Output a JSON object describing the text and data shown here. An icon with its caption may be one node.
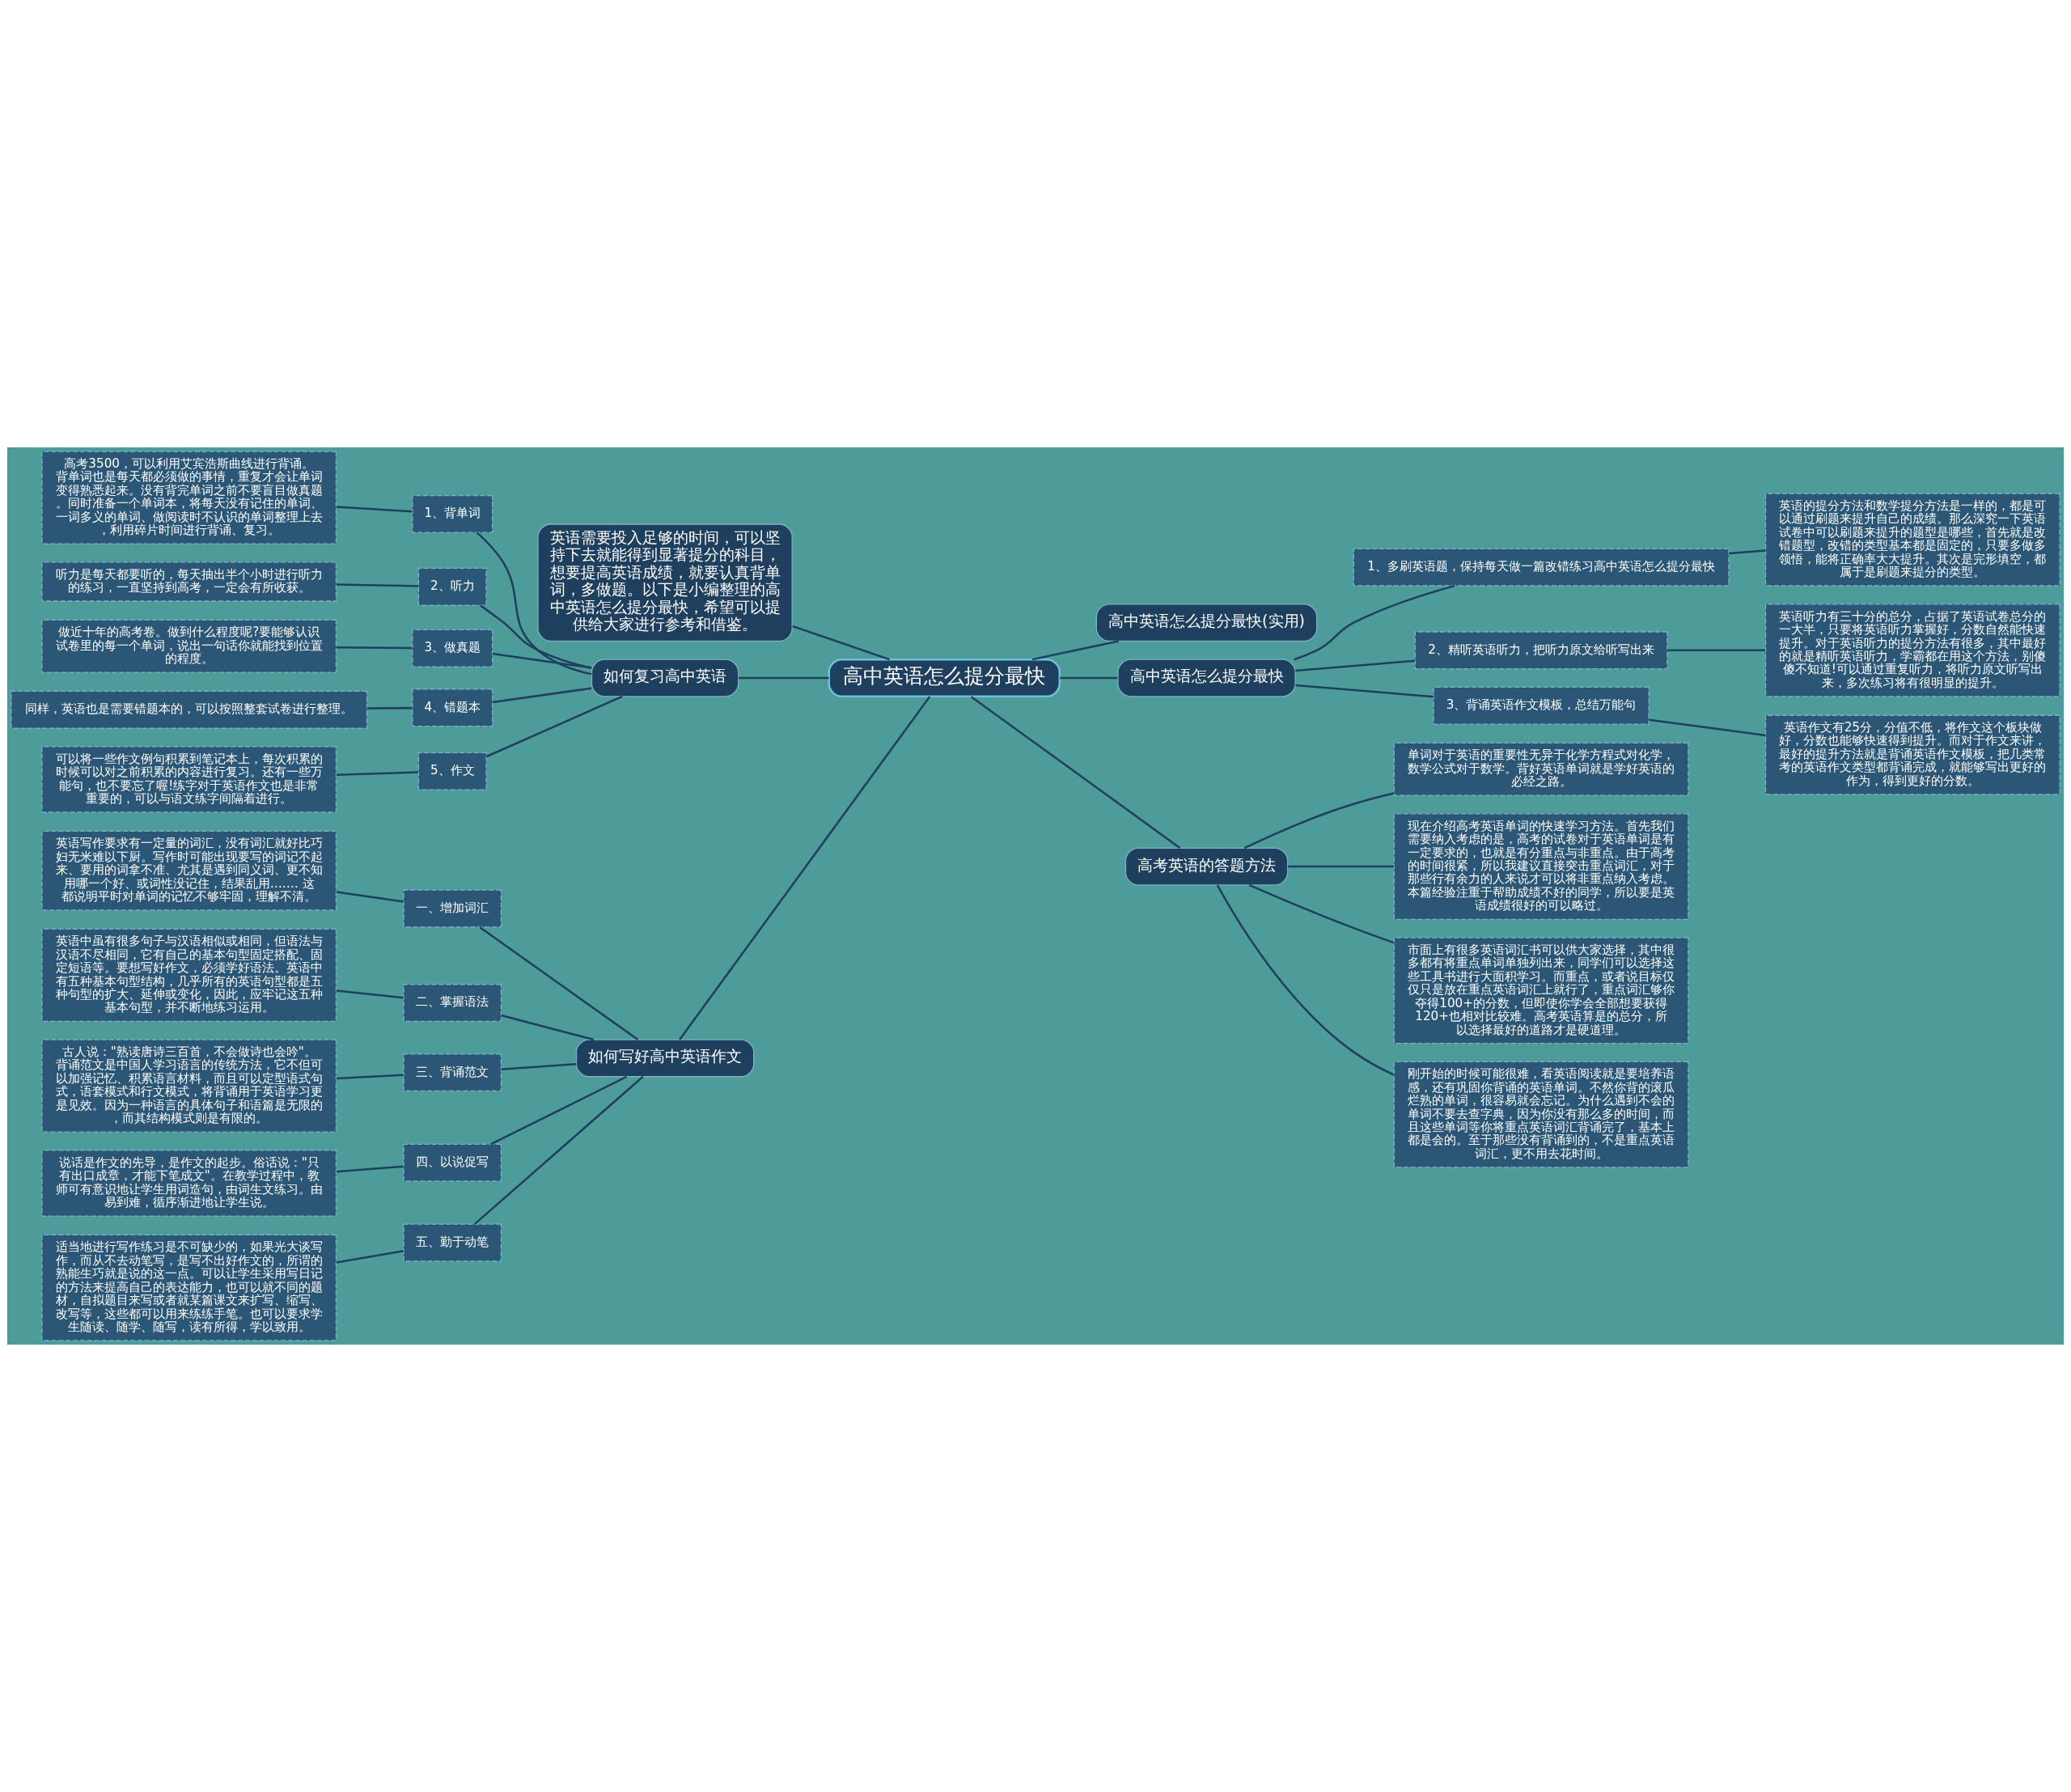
{
  "diagram": {
    "nodes": [
      {
        "text": [
          "高中英语怎么提分最快"
        ]
      },
      {
        "text": [
          "英语需要投入足够的时间，可以坚持下去就能得到显著提分的科目，想要提高英语成绩，就要认真背单词，多做题。以下是小编整理的高中英语怎么提分最快，希望可以提供给大家进行参考和借鉴。"
        ]
      },
      {
        "text": [
          "如何复习高中英语"
        ]
      },
      {
        "text": [
          "1、背单词"
        ]
      },
      {
        "text": [
          "高考3500，可以利用艾宾浩斯曲线进行背诵。背单词也是每天都必须做的事情，重复才会让单词变得熟悉起来。没有背完单词之前不要盲目做真题。同时准备一个单词本，将每天没有记住的单词、一词多义的单词、做阅读时不认识的单词整理上去，利用碎片时间进行背诵、复习。"
        ]
      },
      {
        "text": [
          "2、听力"
        ]
      },
      {
        "text": [
          "听力是每天都要听的，每天抽出半个小时进行听力的练习，一直坚持到高考，一定会有所收获。"
        ]
      },
      {
        "text": [
          "3、做真题"
        ]
      },
      {
        "text": [
          "做近十年的高考卷。做到什么程度呢?要能够认识试卷里的每一个单词，说出一句话你就能找到位置的程度。"
        ]
      },
      {
        "text": [
          "4、错题本"
        ]
      },
      {
        "text": [
          "同样，英语也是需要错题本的，可以按照整套试卷进行整理。"
        ]
      },
      {
        "text": [
          "5、作文"
        ]
      },
      {
        "text": [
          "可以将一些作文例句积累到笔记本上，每次积累的时候可以对之前积累的内容进行复习。还有一些万能句，也不要忘了喔!练字对于英语作文也是非常重要的，可以与语文练字间隔着进行。"
        ]
      },
      {
        "text": [
          "如何写好高中英语作文"
        ]
      },
      {
        "text": [
          "一、增加词汇"
        ]
      },
      {
        "text": [
          "英语写作要求有一定量的词汇，没有词汇就好比巧妇无米难以下厨。写作时可能出现要写的词记不起来、要用的词拿不准、尤其是遇到同义词、更不知用哪一个好、或词性没记住，结果乱用……. 这都说明平时对单词的记忆不够牢固，理解不清。"
        ]
      },
      {
        "text": [
          "二、掌握语法"
        ]
      },
      {
        "text": [
          "英语中虽有很多句子与汉语相似或相同，但语法与汉语不尽相同，它有自己的基本句型固定搭配、固定短语等。要想写好作文，必须学好语法。英语中有五种基本句型结构，几乎所有的英语句型都是五种句型的扩大、延伸或变化，因此，应牢记这五种基本句型，并不断地练习运用。"
        ]
      },
      {
        "text": [
          "三、背诵范文"
        ]
      },
      {
        "text": [
          "古人说：\"熟读唐诗三百首，不会做诗也会吟\"。背诵范文是中国人学习语言的传统方法，它不但可以加强记忆、积累语言材料，而且可以定型语式句式，语套模式和行文模式，将背诵用于英语学习更是见效。因为一种语言的具体句子和语篇是无限的，而其结构模式则是有限的。"
        ]
      },
      {
        "text": [
          "四、以说促写"
        ]
      },
      {
        "text": [
          "说话是作文的先导，是作文的起步。俗话说：\"只有出口成章，才能下笔成文\"。在教学过程中，教师可有意识地让学生用词造句，由词生文练习。由易到难，循序渐进地让学生说。"
        ]
      },
      {
        "text": [
          "五、勤于动笔"
        ]
      },
      {
        "text": [
          "适当地进行写作练习是不可缺少的，如果光大谈写作，而从不去动笔写，是写不出好作文的，所谓的熟能生巧就是说的这一点。可以让学生采用写日记的方法来提高自己的表达能力，也可以就不同的题材，自拟题目来写或者就某篇课文来扩写、缩写、改写等，这些都可以用来练练手笔。也可以要求学生随读、随学、随写，读有所得，学以致用。"
        ]
      },
      {
        "text": [
          "高中英语怎么提分最快(实用)"
        ]
      },
      {
        "text": [
          "高中英语怎么提分最快"
        ]
      },
      {
        "text": [
          "1、多刷英语题，保持每天做一篇改错练习高中英语怎么提分最快"
        ]
      },
      {
        "text": [
          "英语的提分方法和数学提分方法是一样的，都是可以通过刷题来提升自己的成绩。那么深究一下英语试卷中可以刷题来提升的题型是哪些，首先就是改错题型，改错的类型基本都是固定的，只要多做多领悟，能将正确率大大提升。其次是完形填空，都属于是刷题来提分的类型。"
        ]
      },
      {
        "text": [
          "2、精听英语听力，把听力原文给听写出来"
        ]
      },
      {
        "text": [
          "英语听力有三十分的总分，占据了英语试卷总分的一大半，只要将英语听力掌握好，分数自然能快速提升。对于英语听力的提分方法有很多，其中最好的就是精听英语听力，学霸都在用这个方法，别傻傻不知道!可以通过重复听力，将听力原文听写出来，多次练习将有很明显的提升。"
        ]
      },
      {
        "text": [
          "3、背诵英语作文模板，总结万能句"
        ]
      },
      {
        "text": [
          "英语作文有25分，分值不低，将作文这个板块做好，分数也能够快速得到提升。而对于作文来讲，最好的提升方法就是背诵英语作文模板，把几类常考的英语作文类型都背诵完成，就能够写出更好的作为，得到更好的分数。"
        ]
      },
      {
        "text": [
          "高考英语的答题方法"
        ]
      },
      {
        "text": [
          "单词对于英语的重要性无异于化学方程式对化学，数学公式对于数学。背好英语单词就是学好英语的必经之路。"
        ]
      },
      {
        "text": [
          "现在介绍高考英语单词的快速学习方法。首先我们需要纳入考虑的是，高考的试卷对于英语单词是有一定要求的，也就是有分重点与非重点。由于高考的时间很紧，所以我建议直接突击重点词汇，对于那些行有余力的人来说才可以将非重点纳入考虑。本篇经验注重于帮助成绩不好的同学，所以要是英语成绩很好的可以略过。"
        ]
      },
      {
        "text": [
          "市面上有很多英语词汇书可以供大家选择，其中很多都有将重点单词单独列出来，同学们可以选择这些工具书进行大面积学习。而重点，或者说目标仅仅只是放在重点英语词汇上就行了，重点词汇够你夺得100+的分数，但即使你学会全部想要获得120+也相对比较难。高考英语算是的总分，所以选择最好的道路才是硬道理。"
        ]
      },
      {
        "text": [
          "刚开始的时候可能很难，看英语阅读就是要培养语感，还有巩固你背诵的英语单词。不然你背的滚瓜烂熟的单词，很容易就会忘记。为什么遇到不会的单词不要去查字典，因为你没有那么多的时间，而且这些单词等你将重点英语词汇背诵完了，基本上都是会的。至于那些没有背诵到的，不是重点英语词汇，更不用去花时间。"
        ]
      }
    ],
    "edges": [
      {
        "from": 0,
        "to": 1,
        "arrow": "none"
      },
      {
        "from": 0,
        "to": 2,
        "arrow": "none"
      },
      {
        "from": 2,
        "to": 3,
        "arrow": "none"
      },
      {
        "from": 3,
        "to": 4,
        "arrow": "none"
      },
      {
        "from": 2,
        "to": 5,
        "arrow": "none"
      },
      {
        "from": 5,
        "to": 6,
        "arrow": "none"
      },
      {
        "from": 2,
        "to": 7,
        "arrow": "none"
      },
      {
        "from": 7,
        "to": 8,
        "arrow": "none"
      },
      {
        "from": 2,
        "to": 9,
        "arrow": "none"
      },
      {
        "from": 9,
        "to": 10,
        "arrow": "none"
      },
      {
        "from": 2,
        "to": 11,
        "arrow": "none"
      },
      {
        "from": 11,
        "to": 12,
        "arrow": "none"
      },
      {
        "from": 0,
        "to": 13,
        "arrow": "none"
      },
      {
        "from": 13,
        "to": 14,
        "arrow": "none"
      },
      {
        "from": 14,
        "to": 15,
        "arrow": "none"
      },
      {
        "from": 13,
        "to": 16,
        "arrow": "none"
      },
      {
        "from": 16,
        "to": 17,
        "arrow": "none"
      },
      {
        "from": 13,
        "to": 18,
        "arrow": "none"
      },
      {
        "from": 18,
        "to": 19,
        "arrow": "none"
      },
      {
        "from": 13,
        "to": 20,
        "arrow": "none"
      },
      {
        "from": 20,
        "to": 21,
        "arrow": "none"
      },
      {
        "from": 13,
        "to": 22,
        "arrow": "none"
      },
      {
        "from": 22,
        "to": 23,
        "arrow": "none"
      },
      {
        "from": 0,
        "to": 24,
        "arrow": "none"
      },
      {
        "from": 0,
        "to": 25,
        "arrow": "none"
      },
      {
        "from": 25,
        "to": 26,
        "arrow": "none"
      },
      {
        "from": 26,
        "to": 27,
        "arrow": "none"
      },
      {
        "from": 25,
        "to": 28,
        "arrow": "none"
      },
      {
        "from": 28,
        "to": 29,
        "arrow": "none"
      },
      {
        "from": 25,
        "to": 30,
        "arrow": "none"
      },
      {
        "from": 30,
        "to": 31,
        "arrow": "none"
      },
      {
        "from": 0,
        "to": 32,
        "arrow": "none"
      },
      {
        "from": 32,
        "to": 33,
        "arrow": "none"
      },
      {
        "from": 32,
        "to": 34,
        "arrow": "none"
      },
      {
        "from": 32,
        "to": 35,
        "arrow": "none"
      },
      {
        "from": 32,
        "to": 36,
        "arrow": "none"
      }
    ]
  }
}
